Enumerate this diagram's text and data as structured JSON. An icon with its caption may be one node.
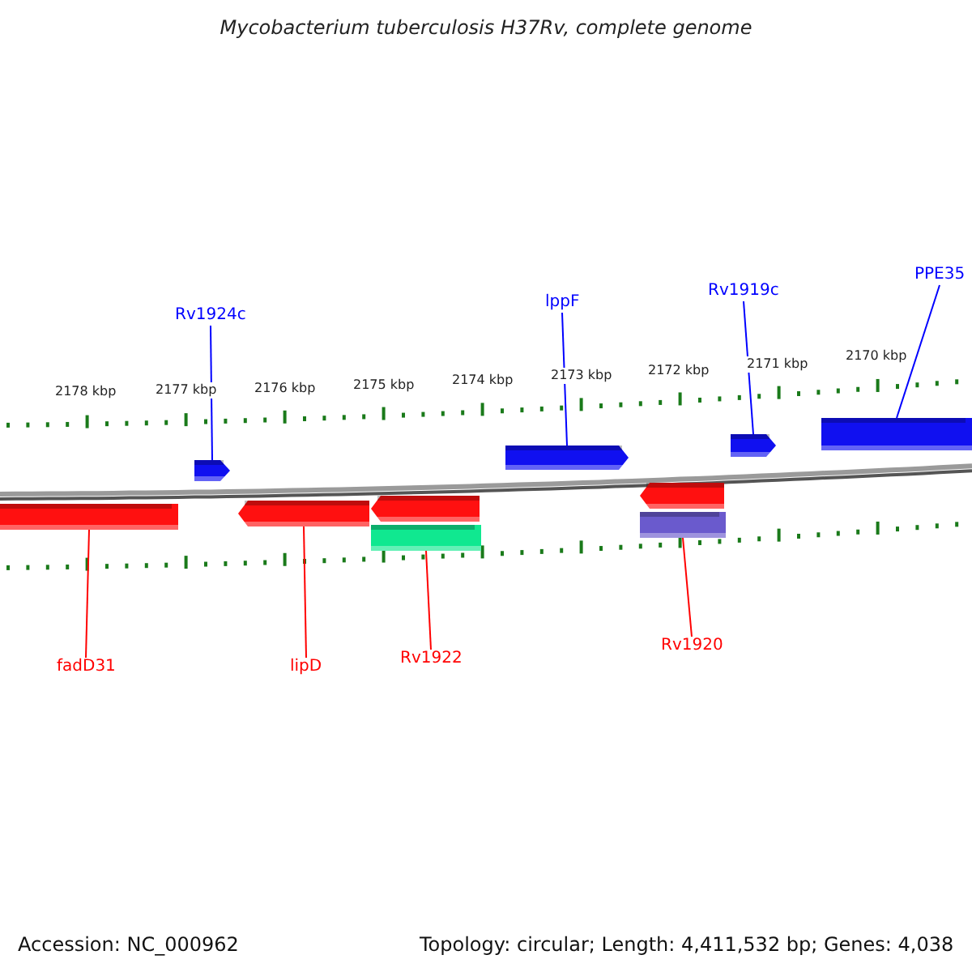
{
  "diagram": {
    "title": "Mycobacterium tuberculosis H37Rv, complete genome",
    "nodes": [
      {
        "text": [
          "Rv1924c"
        ]
      },
      {
        "text": [
          "lppF"
        ]
      },
      {
        "text": [
          "Rv1919c"
        ]
      },
      {
        "text": [
          "PPE35"
        ]
      },
      {
        "text": [],
        "shape": "arrow"
      },
      {
        "text": [],
        "shape": "arrow"
      },
      {
        "text": [],
        "shape": "arrow"
      },
      {
        "text": [],
        "shape": "bar"
      },
      {
        "text": [],
        "shape": "bar"
      },
      {
        "text": [],
        "shape": "arrow"
      },
      {
        "text": [],
        "shape": "arrow"
      },
      {
        "text": [],
        "shape": "arrow"
      },
      {
        "text": [],
        "shape": "bar"
      },
      {
        "text": [],
        "shape": "bar"
      },
      {
        "text": [
          "fadD31"
        ]
      },
      {
        "text": [
          "lipD"
        ]
      },
      {
        "text": [
          "Rv1922"
        ]
      },
      {
        "text": [
          "Rv1920"
        ]
      }
    ],
    "edges": [
      {
        "from": 0,
        "to": 4,
        "arrow": "none",
        "color": "#0000ff"
      },
      {
        "from": 1,
        "to": 5,
        "arrow": "none",
        "color": "#0000ff"
      },
      {
        "from": 2,
        "to": 6,
        "arrow": "none",
        "color": "#0000ff"
      },
      {
        "from": 3,
        "to": 7,
        "arrow": "none",
        "color": "#0000ff"
      },
      {
        "from": 14,
        "to": 8,
        "arrow": "none",
        "color": "#ff0000"
      },
      {
        "from": 15,
        "to": 9,
        "arrow": "none",
        "color": "#ff0000"
      },
      {
        "from": 16,
        "to": 12,
        "arrow": "none",
        "color": "#ff0000"
      },
      {
        "from": 17,
        "to": 13,
        "arrow": "none",
        "color": "#ff0000"
      }
    ],
    "labels": [
      "2178 kbp",
      "2177 kbp",
      "2176 kbp",
      "2175 kbp",
      "2174 kbp",
      "2173 kbp",
      "2172 kbp",
      "2171 kbp",
      "2170 kbp",
      "Accession: NC_000962",
      "Topology: circular; Length: 4,411,532 bp; Genes: 4,038"
    ]
  }
}
